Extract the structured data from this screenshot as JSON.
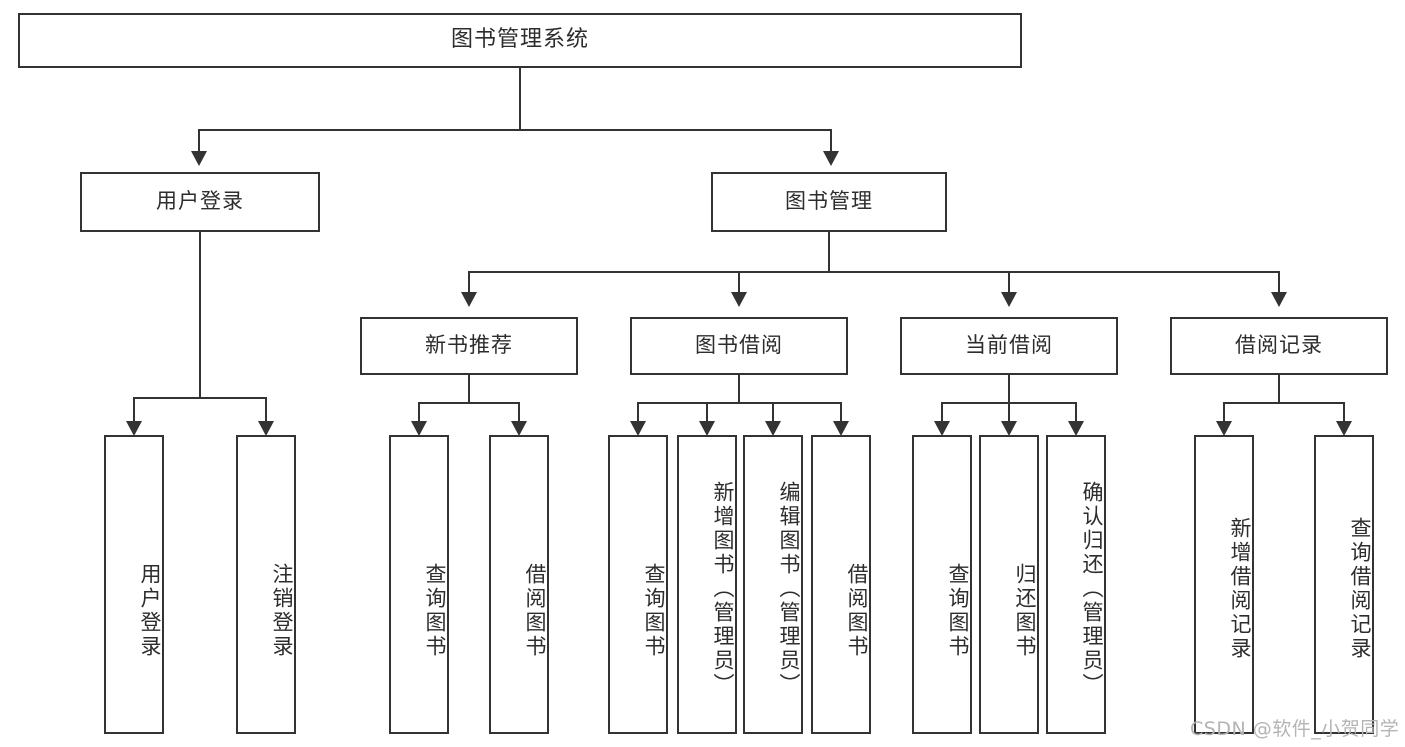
{
  "diagram": {
    "type": "tree",
    "title": "图书管理系统",
    "root": {
      "label": "图书管理系统"
    },
    "level1": [
      {
        "label": "用户登录"
      },
      {
        "label": "图书管理"
      }
    ],
    "level2": [
      {
        "label": "新书推荐"
      },
      {
        "label": "图书借阅"
      },
      {
        "label": "当前借阅"
      },
      {
        "label": "借阅记录"
      }
    ],
    "leaves": {
      "user_login": [
        {
          "label": "用户登录"
        },
        {
          "label": "注销登录"
        }
      ],
      "new_book_recommend": [
        {
          "label": "查询图书"
        },
        {
          "label": "借阅图书"
        }
      ],
      "book_borrow": [
        {
          "label": "查询图书"
        },
        {
          "label": "新增图书（管理员）"
        },
        {
          "label": "编辑图书（管理员）"
        },
        {
          "label": "借阅图书"
        }
      ],
      "current_borrow": [
        {
          "label": "查询图书"
        },
        {
          "label": "归还图书"
        },
        {
          "label": "确认归还（管理员）"
        }
      ],
      "borrow_record": [
        {
          "label": "新增借阅记录"
        },
        {
          "label": "查询借阅记录"
        }
      ]
    }
  },
  "watermark": {
    "text": "CSDN @软件_小贺同学"
  },
  "colors": {
    "border": "#333333",
    "fill": "#ffffff",
    "text": "#2d2d2d",
    "watermark": "#b4b4b4"
  }
}
